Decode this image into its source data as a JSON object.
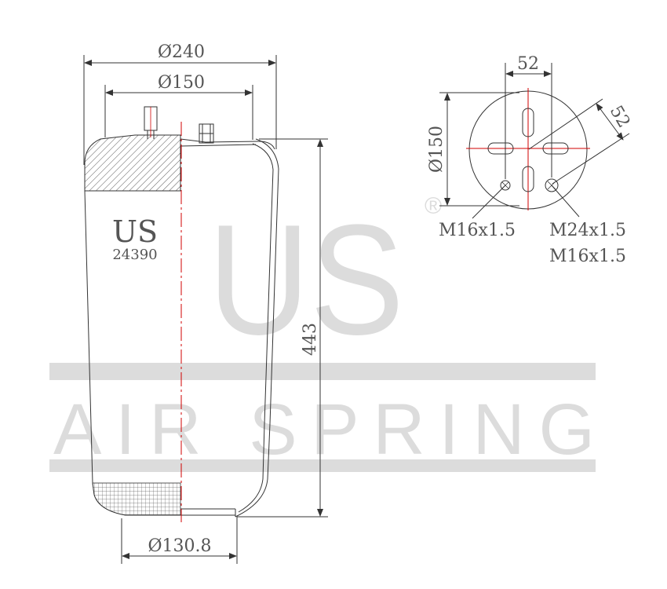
{
  "watermark": {
    "brand": "US",
    "registered": "®",
    "tagline": "AIR SPRING"
  },
  "label": {
    "brand": "US",
    "part_number": "24390"
  },
  "dimensions": {
    "top_outer_diameter": "Ø240",
    "top_plate_diameter": "Ø150",
    "bottom_piston_diameter": "Ø130.8",
    "height": "443",
    "plate_diameter": "Ø150",
    "stud_spacing_horizontal": "52",
    "stud_spacing_diagonal": "52"
  },
  "threads": {
    "left_stud": "M16x1.5",
    "right_stud_primary": "M24x1.5",
    "right_stud_secondary": "M16x1.5"
  },
  "colors": {
    "line": "#333333",
    "centerline": "#d00000",
    "watermark": "#dcdcdc",
    "dimension_text": "#555555"
  }
}
